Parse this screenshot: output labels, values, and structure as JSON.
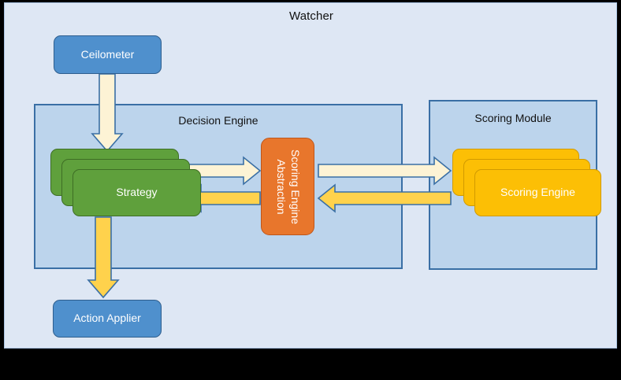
{
  "diagram": {
    "title": "Watcher",
    "background_color": "#DEE7F4",
    "frame_color": "#000000"
  },
  "groups": [
    {
      "id": "decision-engine",
      "title": "Decision Engine",
      "fill": "#BCD4EC",
      "border": "#3A6FA5"
    },
    {
      "id": "scoring-module",
      "title": "Scoring Module",
      "fill": "#BCD4EC",
      "border": "#3A6FA5"
    }
  ],
  "nodes": {
    "ceilometer": {
      "label": "Ceilometer",
      "color": "#4F90CD",
      "shape": "rounded-rect"
    },
    "strategy": {
      "label": "Strategy",
      "color": "#5FA03C",
      "shape": "stacked-rounded-rect",
      "stack_count": 3
    },
    "scoring_engine": {
      "label": "Scoring Engine",
      "color": "#FCBF05",
      "shape": "stacked-rounded-rect",
      "stack_count": 3
    },
    "scoring_abstraction": {
      "label_line1": "Scoring Engine",
      "label_line2": "Abstraction",
      "color": "#E8762C",
      "shape": "rounded-rect",
      "text_orientation": "vertical"
    },
    "action_applier": {
      "label": "Action Applier",
      "color": "#4F90CD",
      "shape": "rounded-rect"
    }
  },
  "arrows": [
    {
      "id": "ceilometer-to-strategy",
      "from": "ceilometer",
      "to": "strategy",
      "direction": "down",
      "style": "cream",
      "fill": "#FDF3D5",
      "stroke": "#3A6FA5"
    },
    {
      "id": "strategy-to-abstraction",
      "from": "strategy",
      "to": "scoring_abstraction",
      "direction": "right",
      "style": "cream",
      "fill": "#FDF3D5",
      "stroke": "#3A6FA5"
    },
    {
      "id": "abstraction-to-strategy",
      "from": "scoring_abstraction",
      "to": "strategy",
      "direction": "left",
      "style": "gold",
      "fill": "#FFD24C",
      "stroke": "#3A6FA5"
    },
    {
      "id": "abstraction-to-scoring-engine",
      "from": "scoring_abstraction",
      "to": "scoring_engine",
      "direction": "right",
      "style": "cream",
      "fill": "#FDF3D5",
      "stroke": "#3A6FA5"
    },
    {
      "id": "scoring-engine-to-abstraction",
      "from": "scoring_engine",
      "to": "scoring_abstraction",
      "direction": "left",
      "style": "gold",
      "fill": "#FFD24C",
      "stroke": "#3A6FA5"
    },
    {
      "id": "strategy-to-action-applier",
      "from": "strategy",
      "to": "action_applier",
      "direction": "down",
      "style": "gold",
      "fill": "#FFD24C",
      "stroke": "#3A6FA5"
    }
  ]
}
